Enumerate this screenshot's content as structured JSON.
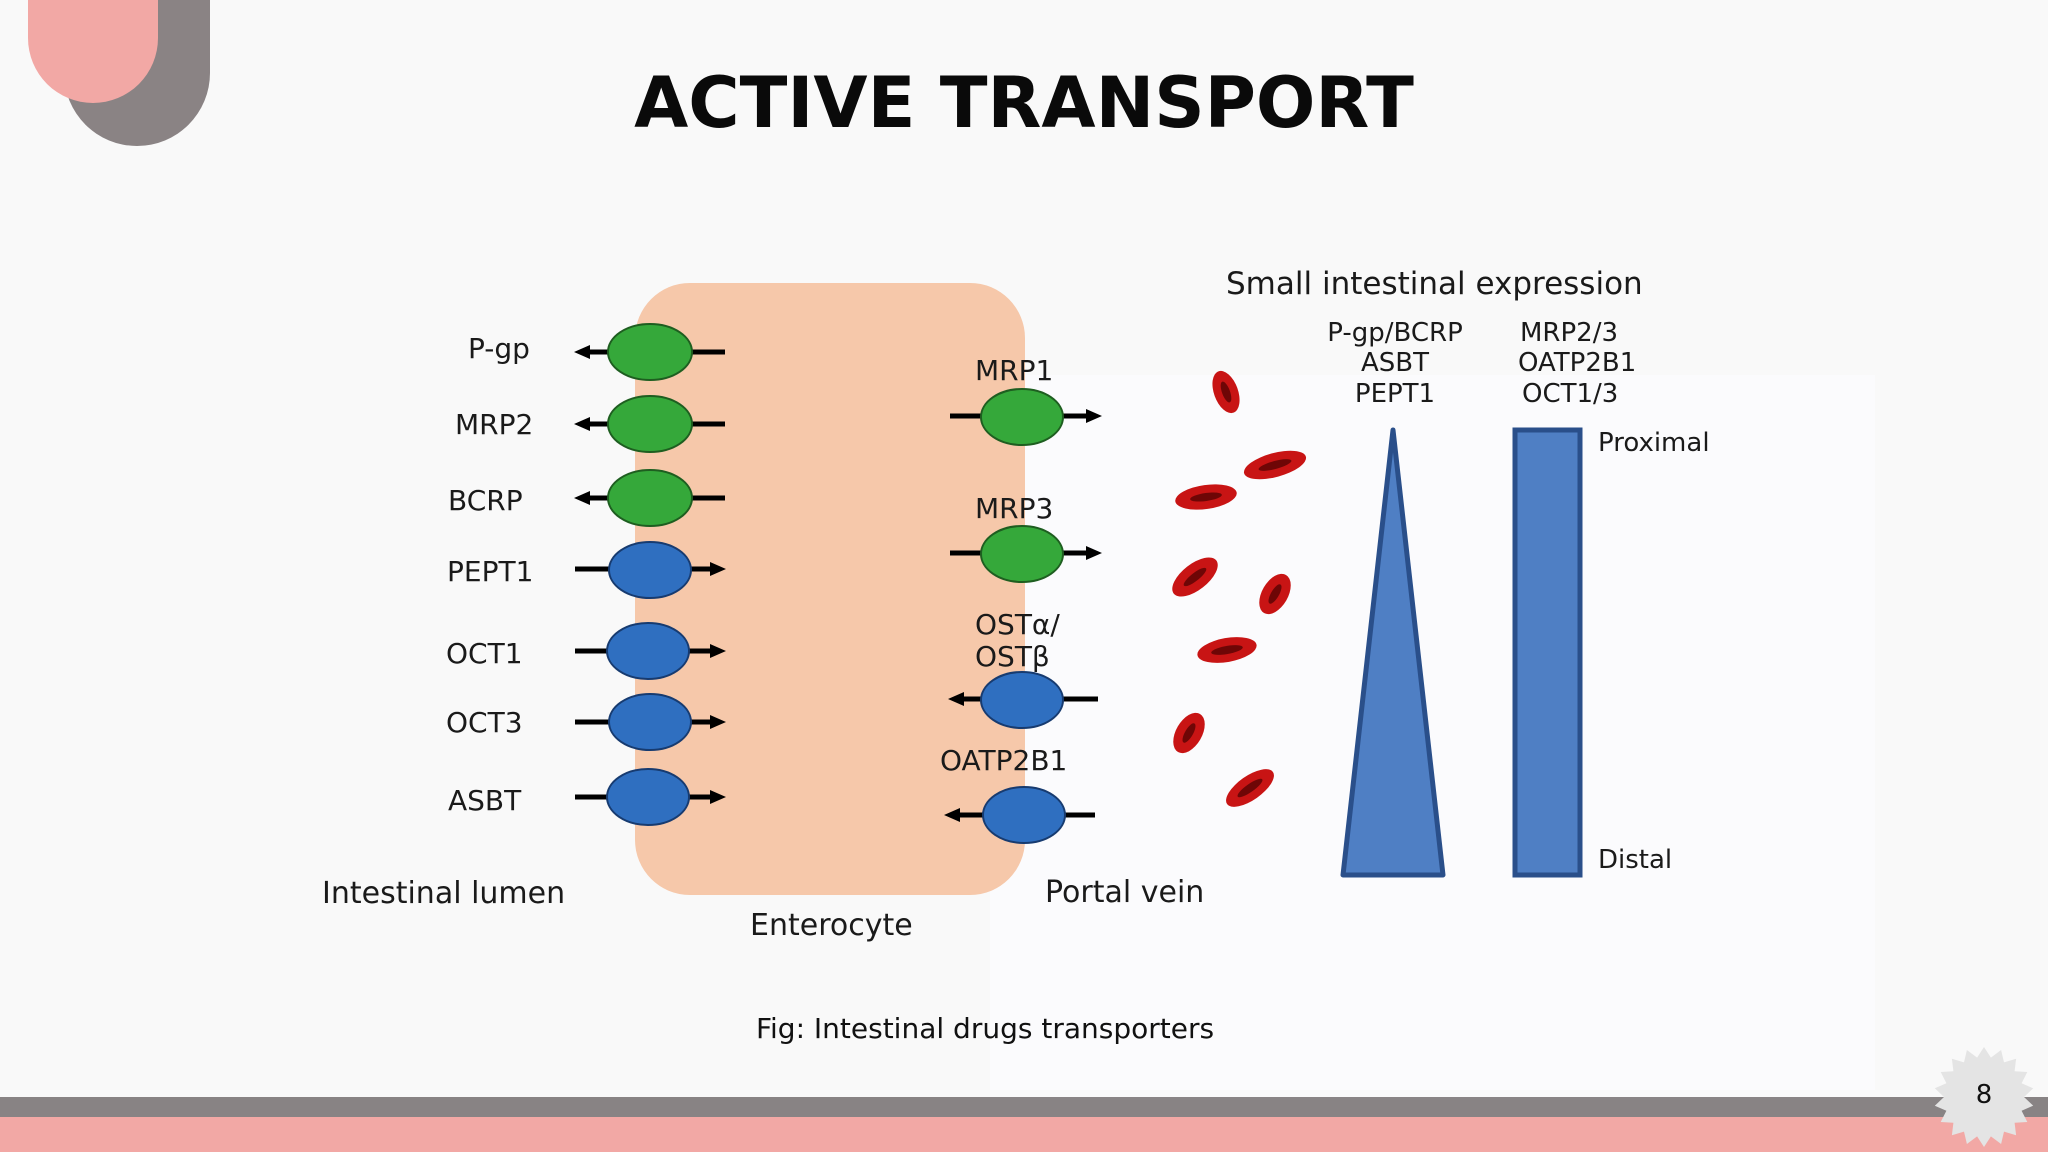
{
  "slide": {
    "title": "ACTIVE TRANSPORT",
    "caption": "Fig: Intestinal drugs transporters",
    "page_number": "8"
  },
  "diagram": {
    "colors": {
      "efflux_transporter": "#35a83a",
      "uptake_transporter": "#2f6fc0",
      "enterocyte": "#f6c8aa",
      "gradient_shape": "#4f7fc4",
      "red_cell": "#c81414"
    },
    "apical_transporters": [
      {
        "label": "P-gp",
        "color": "green"
      },
      {
        "label": "MRP2",
        "color": "green"
      },
      {
        "label": "BCRP",
        "color": "green"
      },
      {
        "label": "PEPT1",
        "color": "blue"
      },
      {
        "label": "OCT1",
        "color": "blue"
      },
      {
        "label": "OCT3",
        "color": "blue"
      },
      {
        "label": "ASBT",
        "color": "blue"
      }
    ],
    "basolateral_transporters": [
      {
        "label": "MRP1",
        "color": "green"
      },
      {
        "label": "MRP3",
        "color": "green"
      },
      {
        "label": "OSTα/",
        "label2": "OSTβ",
        "color": "blue"
      },
      {
        "label": "OATP2B1",
        "color": "blue"
      }
    ],
    "region_labels": {
      "lumen": "Intestinal lumen",
      "enterocyte": "Enterocyte",
      "portal_vein": "Portal vein"
    },
    "expression": {
      "title": "Small intestinal expression",
      "triangle_group": [
        "P-gp/BCRP",
        "ASBT",
        "PEPT1"
      ],
      "bar_group": [
        "MRP2/3",
        "OATP2B1",
        "OCT1/3"
      ],
      "proximal": "Proximal",
      "distal": "Distal"
    }
  }
}
